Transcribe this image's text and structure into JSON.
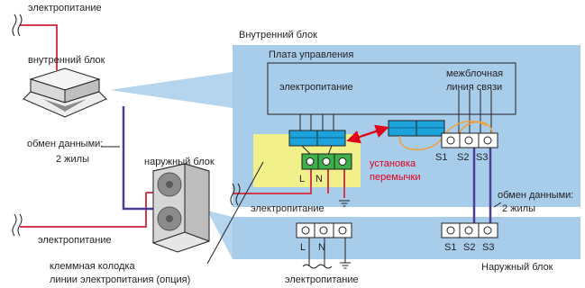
{
  "labels": {
    "top_power": "электропитание",
    "indoor_unit": "внутренний блок",
    "data_exchange_line1": "обмен данными:",
    "data_exchange_line2": "2 жилы",
    "outdoor_unit": "наружный блок",
    "bottom_power": "электропитание",
    "terminal_block_line1": "клеммная колодка",
    "terminal_block_line2": "линии электропитания (опция)",
    "indoor_block_title": "Внутренний блок",
    "control_board": "Плата управления",
    "board_power": "электропитание",
    "interunit_line1": "межблочная",
    "interunit_line2": "линия связи",
    "jumper_line1": "установка",
    "jumper_line2": "перемычки",
    "mid_power": "электропитание",
    "right_data_line1": "обмен данными:",
    "right_data_line2": "2 жилы",
    "outdoor_block_title": "Наружный блок",
    "lower_power": "электропитание"
  },
  "terminals": {
    "L": "L",
    "N": "N",
    "S1": "S1",
    "S2": "S2",
    "S3": "S3"
  },
  "colors": {
    "panel_blue": "#a8cdeb",
    "highlight_yellow": "#f2f08a",
    "connector_cyan": "#1da3dc",
    "terminal_green": "#3cb04a",
    "power_wire": "#d23a4e",
    "data_wire": "#4a3f95",
    "jumper_wire": "#f0a13c",
    "arrow_red": "#e1001a"
  }
}
